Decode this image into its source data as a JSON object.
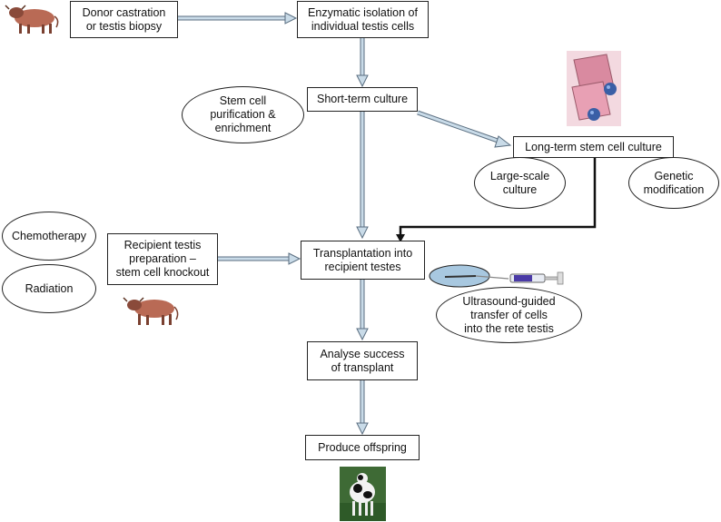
{
  "diagram": {
    "nodes": {
      "donor": "Donor castration\nor testis biopsy",
      "isolation": "Enzymatic isolation of\nindividual testis cells",
      "short_culture": "Short-term culture",
      "purification": "Stem cell\npurification &\nenrichment",
      "long_culture": "Long-term stem cell culture",
      "large_scale": "Large-scale\nculture",
      "genetic": "Genetic\nmodification",
      "chemotherapy": "Chemotherapy",
      "radiation": "Radiation",
      "recipient_prep": "Recipient testis\npreparation –\nstem cell knockout",
      "transplantation": "Transplantation into\nrecipient testes",
      "ultrasound": "Ultrasound-guided\ntransfer of cells\ninto the rete testis",
      "analyse": "Analyse success\nof transplant",
      "offspring": "Produce offspring"
    },
    "colors": {
      "arrow_fill": "#c9dbe8",
      "arrow_stroke": "#5a6e80",
      "bull": "#b96a55",
      "flask": "#d98aa0",
      "cap": "#3a5fa6",
      "ultrasound": "#a8c8e0",
      "syringe": "#4a3aa6"
    },
    "icons": [
      "bull-icon",
      "culture-flask-icon",
      "ultrasound-syringe-icon",
      "calf-photo-icon"
    ]
  }
}
